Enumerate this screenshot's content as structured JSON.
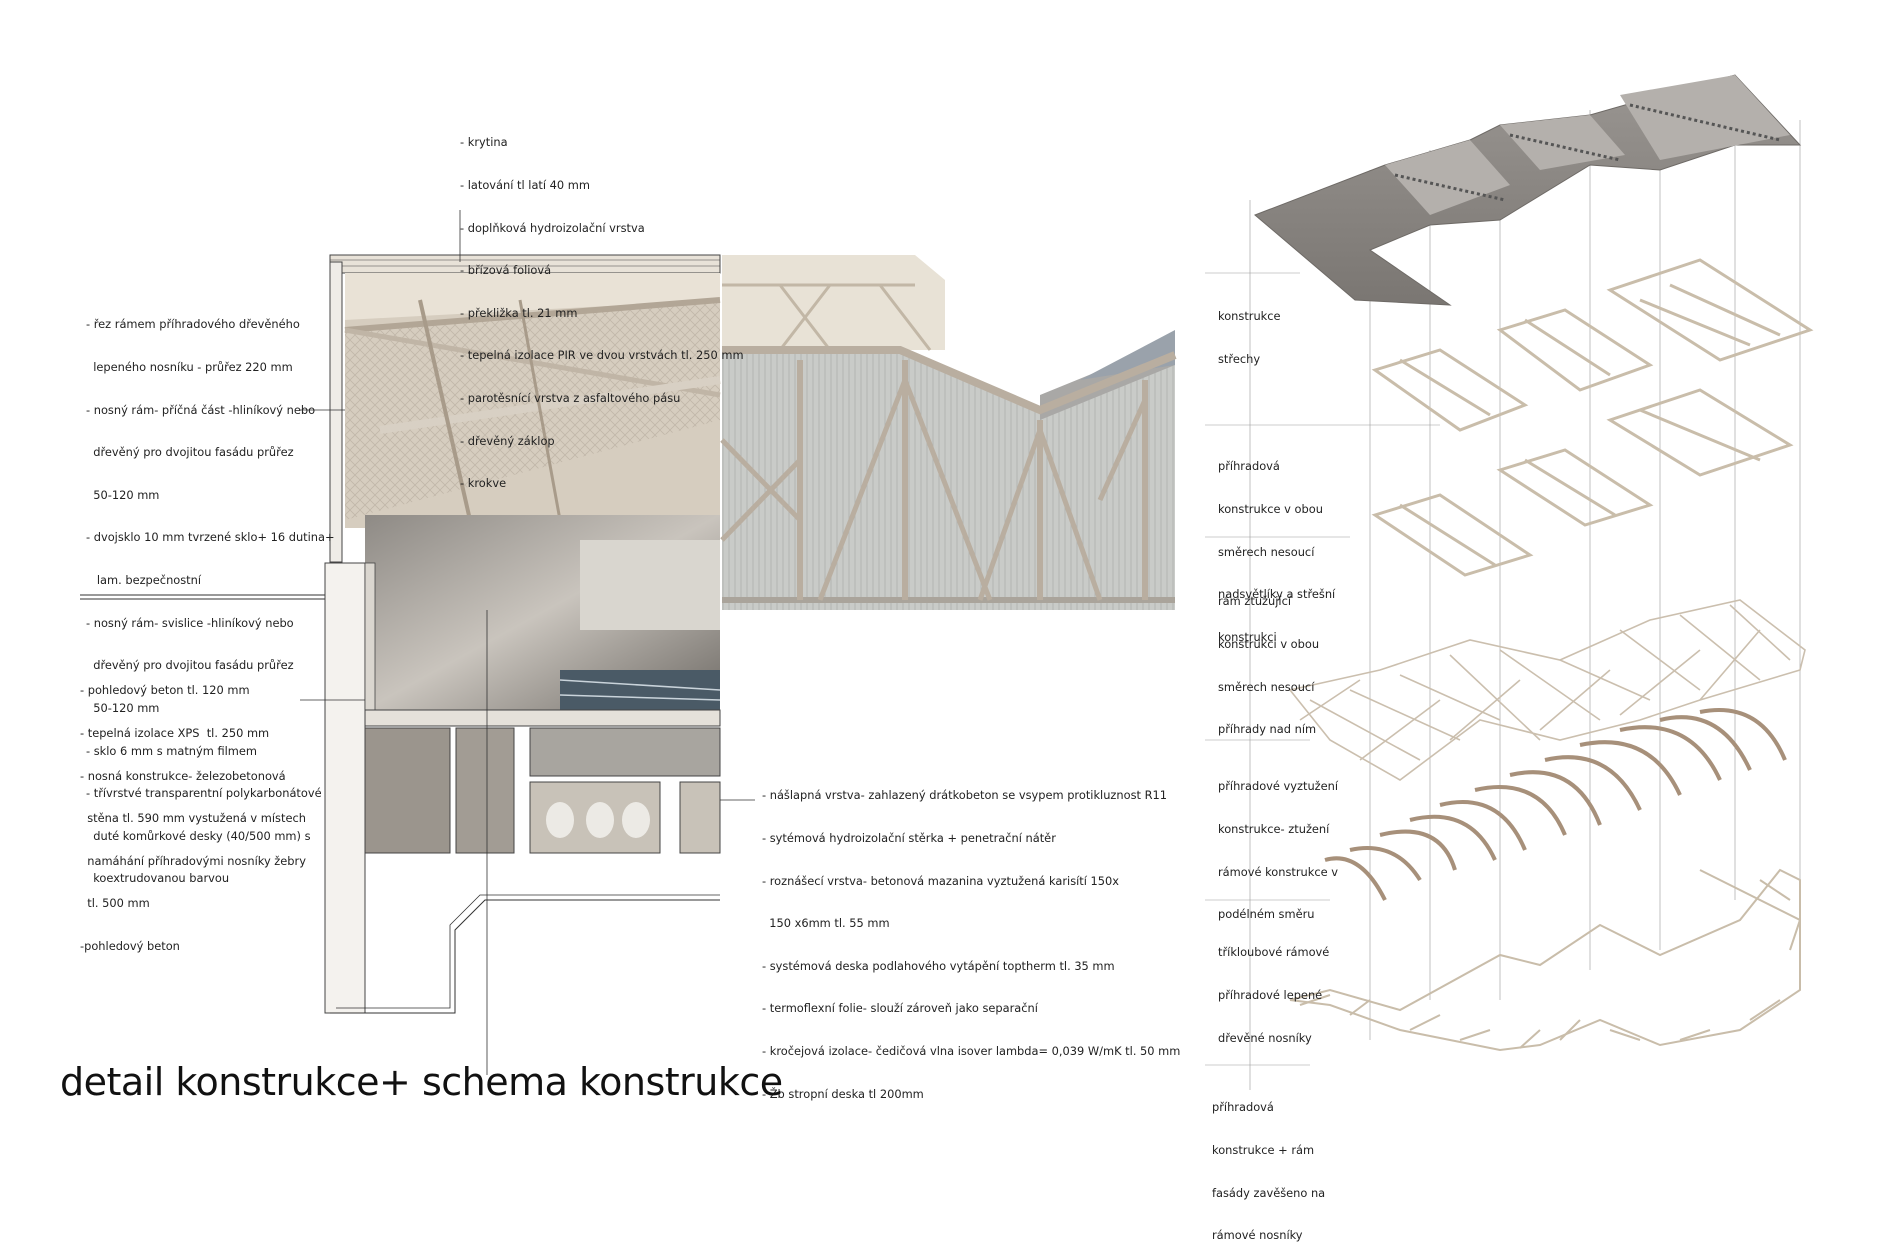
{
  "roof_layers": [
    "- krytina",
    "- latování tl latí 40 mm",
    "- doplňková hydroizolační vrstva",
    "- břízová foliová",
    "- překližka tl. 21 mm",
    "- tepelná izolace PIR ve dvou vrstvách tl. 250 mm",
    "- parotěsnící vrstva z asfaltového pásu",
    "- dřevěný záklop",
    "- krokve"
  ],
  "facade_layers": [
    "- řez rámem příhradového dřevěného",
    "  lepeného nosníku - průřez 220 mm",
    "- nosný rám- příčná část -hliníkový nebo",
    "  dřevěný pro dvojitou fasádu průřez",
    "  50-120 mm",
    "- dvojsklo 10 mm tvrzené sklo+ 16 dutina+",
    "   lam. bezpečnostní",
    "- nosný rám- svislice -hliníkový nebo",
    "  dřevěný pro dvojitou fasádu průřez",
    "  50-120 mm",
    "- sklo 6 mm s matným filmem",
    "- třívrstvé transparentní polykarbonátové",
    "  duté komůrkové desky (40/500 mm) s",
    "  koextrudovanou barvou"
  ],
  "wall_layers": [
    "- pohledový beton tl. 120 mm",
    "- tepelná izolace XPS  tl. 250 mm",
    "- nosná konstrukce- železobetonová",
    "  stěna tl. 590 mm vystužená v místech",
    "  namáhání příhradovými nosníky žebry",
    "  tl. 500 mm",
    "-pohledový beton"
  ],
  "floor_layers": [
    "- nášlapná vrstva- zahlazený drátkobeton se vsypem protikluznost R11",
    "- sytémová hydroizolační stěrka + penetrační nátěr",
    "- roznášecí vrstva- betonová mazanina vyztužená karisítí 150x",
    "  150 x6mm tl. 55 mm",
    "- systémová deska podlahového vytápění toptherm tl. 35 mm",
    "- termoflexní folie- slouží zároveň jako separační",
    "- kročejová izolace- čedičová vlna isover lambda= 0,039 W/mK tl. 50 mm",
    "- Žb stropní deska tl 200mm"
  ],
  "schema_labels": {
    "roof": [
      "konstrukce",
      "střechy"
    ],
    "truss": [
      "příhradová",
      "konstrukce v obou",
      "směrech nesoucí",
      "nadsvětlíky a střešní",
      "konstrukci"
    ],
    "frame": [
      "rám ztužující",
      "konstrukci v obou",
      "směrech nesoucí",
      "příhrady nad ním"
    ],
    "bracing": [
      "příhradové vyztužení",
      "konstrukce- ztužení",
      "rámové konstrukce v",
      "podélném směru"
    ],
    "arches": [
      "tříkloubové rámové",
      "příhradové lepené",
      "dřevěné nosníky"
    ],
    "facade": [
      "příhradová",
      "konstrukce + rám",
      "fasády zavěšeno na",
      "rámové nosníky"
    ]
  },
  "title": "detail konstrukce+ schema konstrukce",
  "colors": {
    "roof": "#8a8783",
    "timber": "#d9cfc2",
    "concrete": "#a8a39d",
    "glass": "#b9bdbd",
    "line": "#444444"
  }
}
